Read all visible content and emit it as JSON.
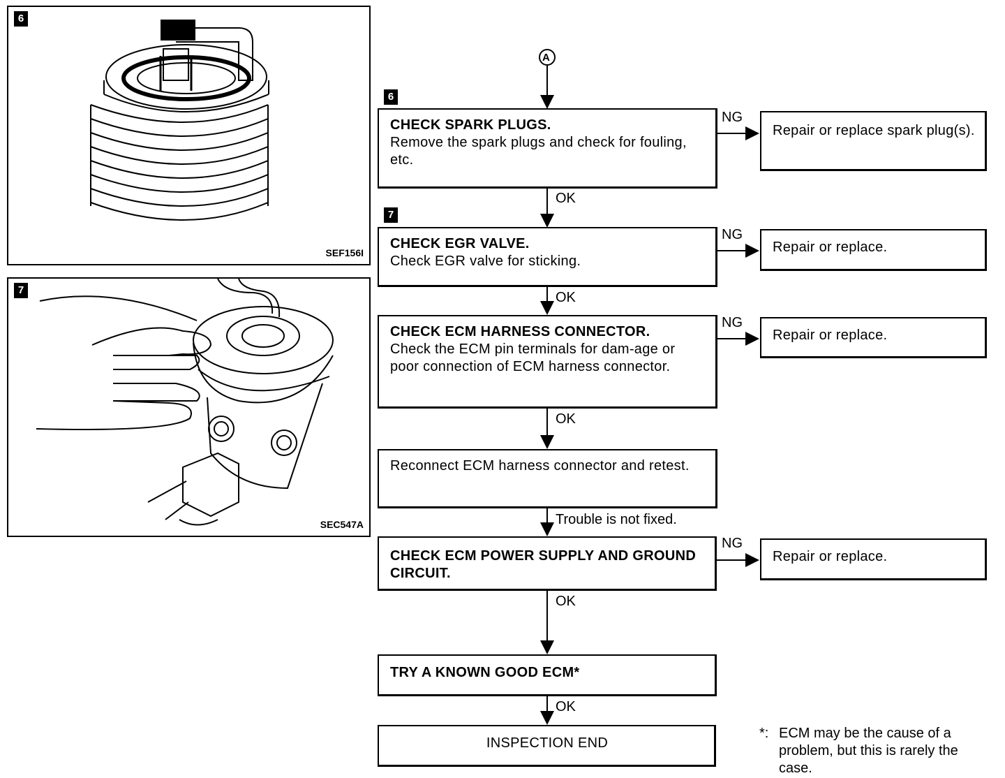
{
  "figures": [
    {
      "badge": "6",
      "code": "SEF156I"
    },
    {
      "badge": "7",
      "code": "SEC547A"
    }
  ],
  "connector": "A",
  "steps": [
    {
      "badge": "6",
      "title": "CHECK SPARK PLUGS.",
      "desc": "Remove the spark plugs and check for fouling, etc.",
      "ng_label": "NG",
      "ng_action": "Repair or replace spark plug(s).",
      "next_label": "OK"
    },
    {
      "badge": "7",
      "title": "CHECK EGR VALVE.",
      "desc": "Check EGR valve for sticking.",
      "ng_label": "NG",
      "ng_action": "Repair or replace.",
      "next_label": "OK"
    },
    {
      "title": "CHECK ECM HARNESS CONNECTOR.",
      "desc": "Check the ECM pin terminals for dam-age or poor connection of ECM harness connector.",
      "ng_label": "NG",
      "ng_action": "Repair or replace.",
      "next_label": "OK"
    },
    {
      "desc": "Reconnect ECM harness connector and retest.",
      "next_label": "Trouble is not fixed."
    },
    {
      "title": "CHECK ECM POWER SUPPLY AND GROUND CIRCUIT.",
      "ng_label": "NG",
      "ng_action": "Repair or replace.",
      "next_label": "OK"
    },
    {
      "title": "TRY A KNOWN GOOD ECM*",
      "next_label": "OK"
    },
    {
      "end": "INSPECTION END"
    }
  ],
  "footnote": {
    "marker": "*:",
    "text": "ECM may be the cause of a problem, but this is rarely the case."
  }
}
